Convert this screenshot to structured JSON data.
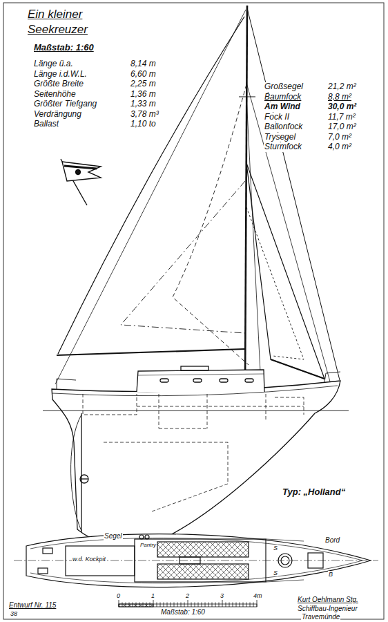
{
  "diagram": {
    "title": "Ein kleiner Seekreuzer",
    "labels": [
      "Maßstab: 1:60",
      "Länge ü.a.",
      "8,14 m",
      "Länge i.d.W.L.",
      "6,60 m",
      "Größte Breite",
      "2,25 m",
      "Seitenhöhe",
      "1,36 m",
      "Größter Tiefgang",
      "1,33 m",
      "Verdrängung",
      "3,78 m³",
      "Ballast",
      "1,10 to",
      "Großsegel",
      "21,2 m²",
      "Baumfock",
      "8,8 m²",
      "Am Wind",
      "30,0 m²",
      "Fock II",
      "11,7 m²",
      "Ballonfock",
      "17,0 m²",
      "Trysegel",
      "7,0 m²",
      "Sturmfock",
      "4,0 m²",
      "Typ: „Holland“",
      "Segel",
      "Pantry",
      "w.d. Kockpit",
      "Bord",
      "S",
      "S",
      "B",
      "0",
      "1",
      "2",
      "3",
      "4m",
      "Maßstab: 1:60",
      "Kurt Oehlmann Stg.",
      "Schiffbau-Ingenieur",
      "Travemünde",
      "Entwurf Nr. 115",
      "38"
    ]
  }
}
